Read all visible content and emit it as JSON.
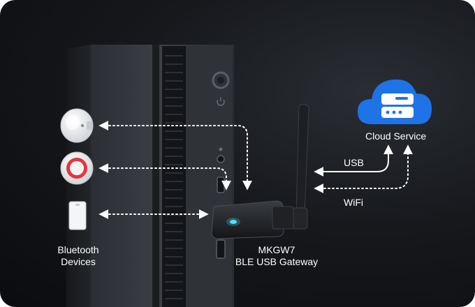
{
  "labels": {
    "bluetooth_line1": "Bluetooth",
    "bluetooth_line2": "Devices",
    "gateway_line1": "MKGW7",
    "gateway_line2": "BLE USB Gateway",
    "cloud": "Cloud Service",
    "usb": "USB",
    "wifi": "WiFi"
  },
  "icons": {
    "cloud": "cloud-server-icon",
    "devices": [
      "smart-plug-icon",
      "emergency-button-icon",
      "beacon-tag-icon"
    ],
    "gateway": "usb-gateway-icon"
  },
  "colors": {
    "background": "#101216",
    "cloud_blue": "#1e74e6",
    "arrow": "#ffffff",
    "led": "#4de3ff",
    "alarm_red": "#e5363a"
  }
}
